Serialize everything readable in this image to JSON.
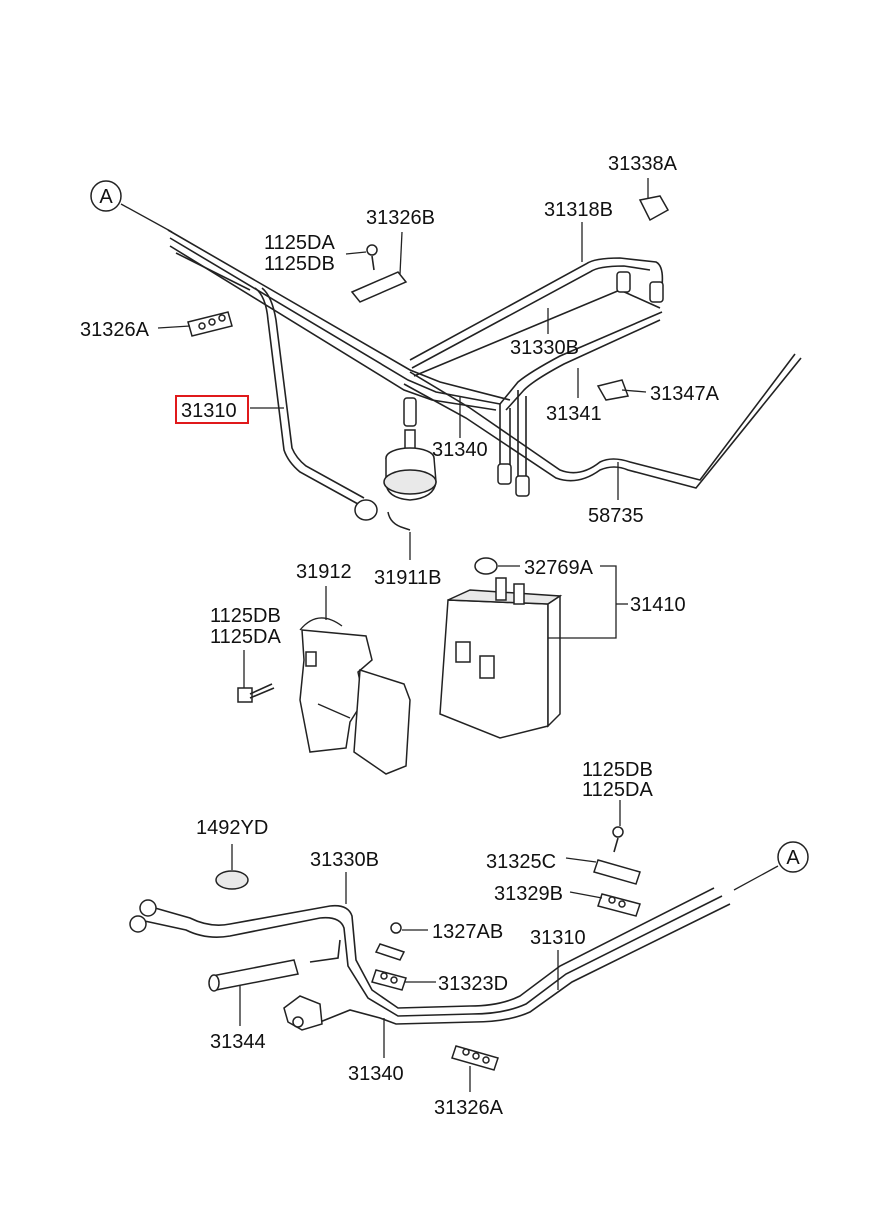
{
  "diagram": {
    "highlight_color": "#e0191b",
    "connector_label": "A",
    "labels": {
      "p31338A": "31338A",
      "p31318B": "31318B",
      "p31326B": "31326B",
      "p1125DA_top": "1125DA",
      "p1125DB_top": "1125DB",
      "p31326A_top": "31326A",
      "p31330B_top": "31330B",
      "p31347A": "31347A",
      "p31341": "31341",
      "p31310_top": "31310",
      "p31340_top": "31340",
      "p58735": "58735",
      "p31911B": "31911B",
      "p31912": "31912",
      "p32769A": "32769A",
      "p31410": "31410",
      "p1125DB_mid": "1125DB",
      "p1125DA_mid": "1125DA",
      "p1125DB_right": "1125DB",
      "p1125DA_right": "1125DA",
      "p1492YD": "1492YD",
      "p31330B_bot": "31330B",
      "p31325C": "31325C",
      "p31329B": "31329B",
      "p1327AB": "1327AB",
      "p31310_bot": "31310",
      "p31323D": "31323D",
      "p31344": "31344",
      "p31340_bot": "31340",
      "p31326A_bot": "31326A"
    }
  }
}
